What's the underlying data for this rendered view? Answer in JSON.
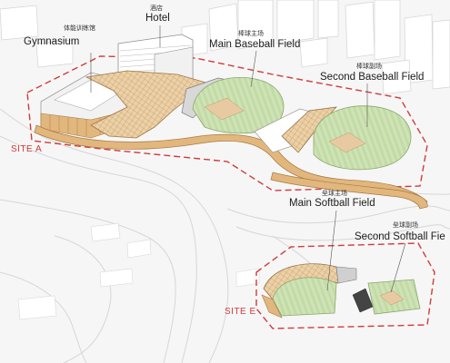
{
  "labels": {
    "hotel": {
      "cn": "酒店",
      "en": "Hotel"
    },
    "gymnasium": {
      "cn": "体能训练馆",
      "en": "Gymnasium"
    },
    "main_baseball": {
      "cn": "棒球主场",
      "en": "Main Baseball Field"
    },
    "second_baseball": {
      "cn": "棒球副场",
      "en": "Second Baseball Field"
    },
    "main_softball": {
      "cn": "垒球主场",
      "en": "Main Softball Field"
    },
    "second_softball": {
      "cn": "垒球副场",
      "en": "Second Softball Fie"
    }
  },
  "sites": {
    "a": "SITE A",
    "e": "SITE E"
  },
  "colors": {
    "site_boundary": "#d23b3b",
    "field_green": "#cfe3b7",
    "field_stripe": "#bcd6a0",
    "timber": "#e2b77e",
    "timber_dark": "#c9955a",
    "roof_grid": "#e9c99b",
    "road_line": "#d2d2d2",
    "building_line": "#cfcfcf"
  }
}
